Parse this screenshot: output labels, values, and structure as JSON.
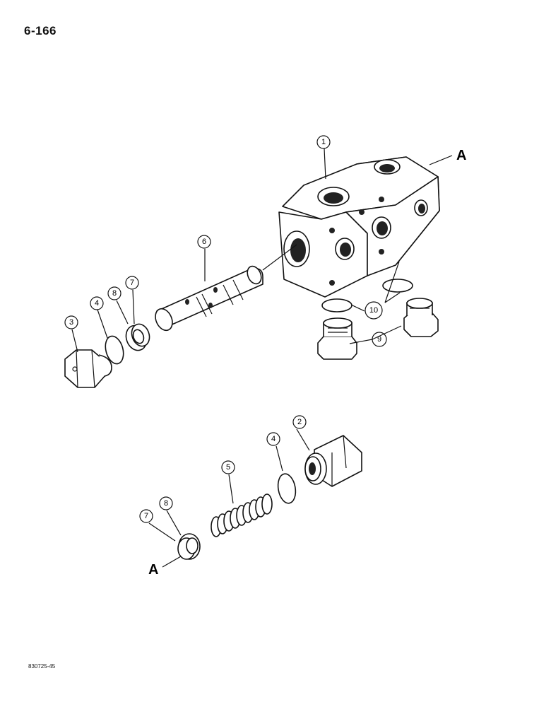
{
  "page": {
    "page_number": "6-166",
    "figure_code": "830725-45"
  },
  "diagram": {
    "callouts": [
      {
        "id": "c1",
        "number": "1"
      },
      {
        "id": "c2",
        "number": "2"
      },
      {
        "id": "c3",
        "number": "3"
      },
      {
        "id": "c4a",
        "number": "4"
      },
      {
        "id": "c4b",
        "number": "4"
      },
      {
        "id": "c5",
        "number": "5"
      },
      {
        "id": "c6",
        "number": "6"
      },
      {
        "id": "c7a",
        "number": "7"
      },
      {
        "id": "c7b",
        "number": "7"
      },
      {
        "id": "c8a",
        "number": "8"
      },
      {
        "id": "c8b",
        "number": "8"
      },
      {
        "id": "c9",
        "number": "9"
      },
      {
        "id": "c10",
        "number": "10"
      }
    ],
    "reference_labels": [
      {
        "id": "refA1",
        "letter": "A"
      },
      {
        "id": "refA2",
        "letter": "A"
      }
    ]
  }
}
